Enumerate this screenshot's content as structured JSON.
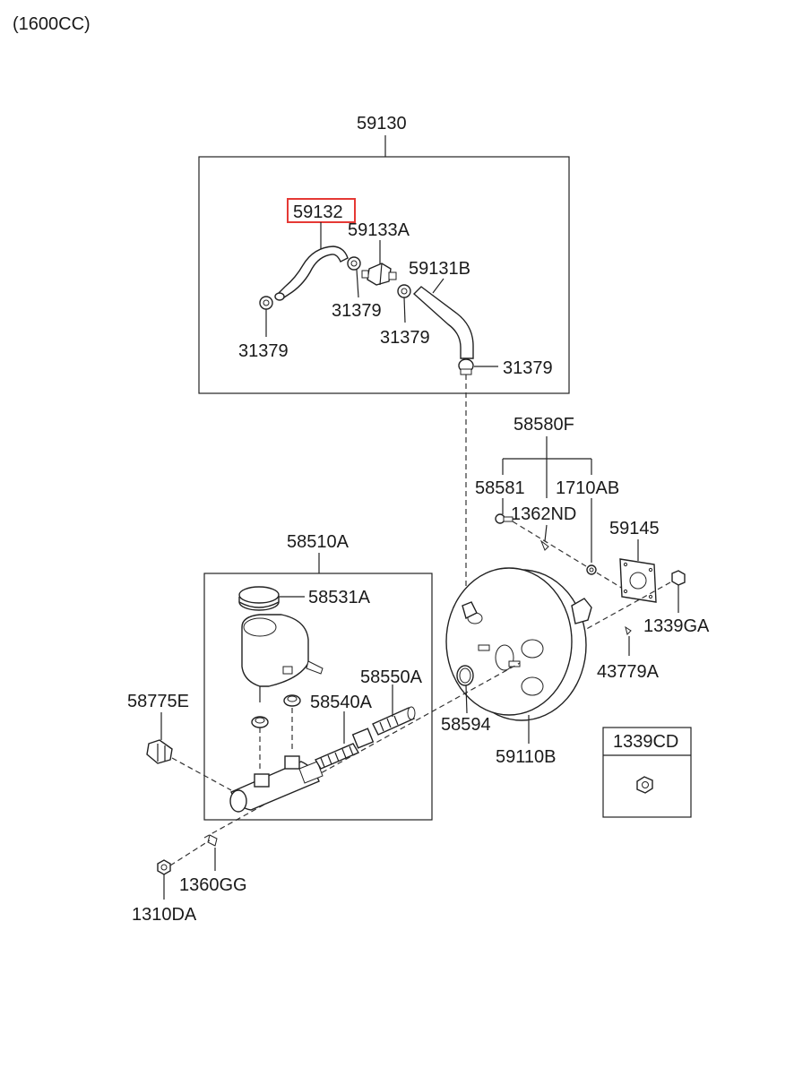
{
  "note": "(1600CC)",
  "colors": {
    "highlight": "#e53935",
    "ink": "#1a1a1a",
    "background": "#ffffff"
  },
  "labels": {
    "vacuum_hose_assy": "59130",
    "hose_a": "59132",
    "check_valve": "59133A",
    "hose_b": "59131B",
    "clamp_1": "31379",
    "clamp_2": "31379",
    "clamp_3": "31379",
    "clamp_4": "31379",
    "clevis_assy": "58580F",
    "clevis": "58581",
    "pin": "1362ND",
    "clip": "1710AB",
    "gasket": "59145",
    "nut_booster": "1339GA",
    "snap_pin": "43779A",
    "master_cylinder_assy": "58510A",
    "reservoir_cap": "58531A",
    "seal_kit": "58550A",
    "piston_assy": "58540A",
    "sensor": "58775E",
    "o_ring": "58594",
    "booster_assy": "59110B",
    "nut_mc": "1360GG",
    "washer": "1310DA",
    "nut_legend": "1339CD"
  }
}
